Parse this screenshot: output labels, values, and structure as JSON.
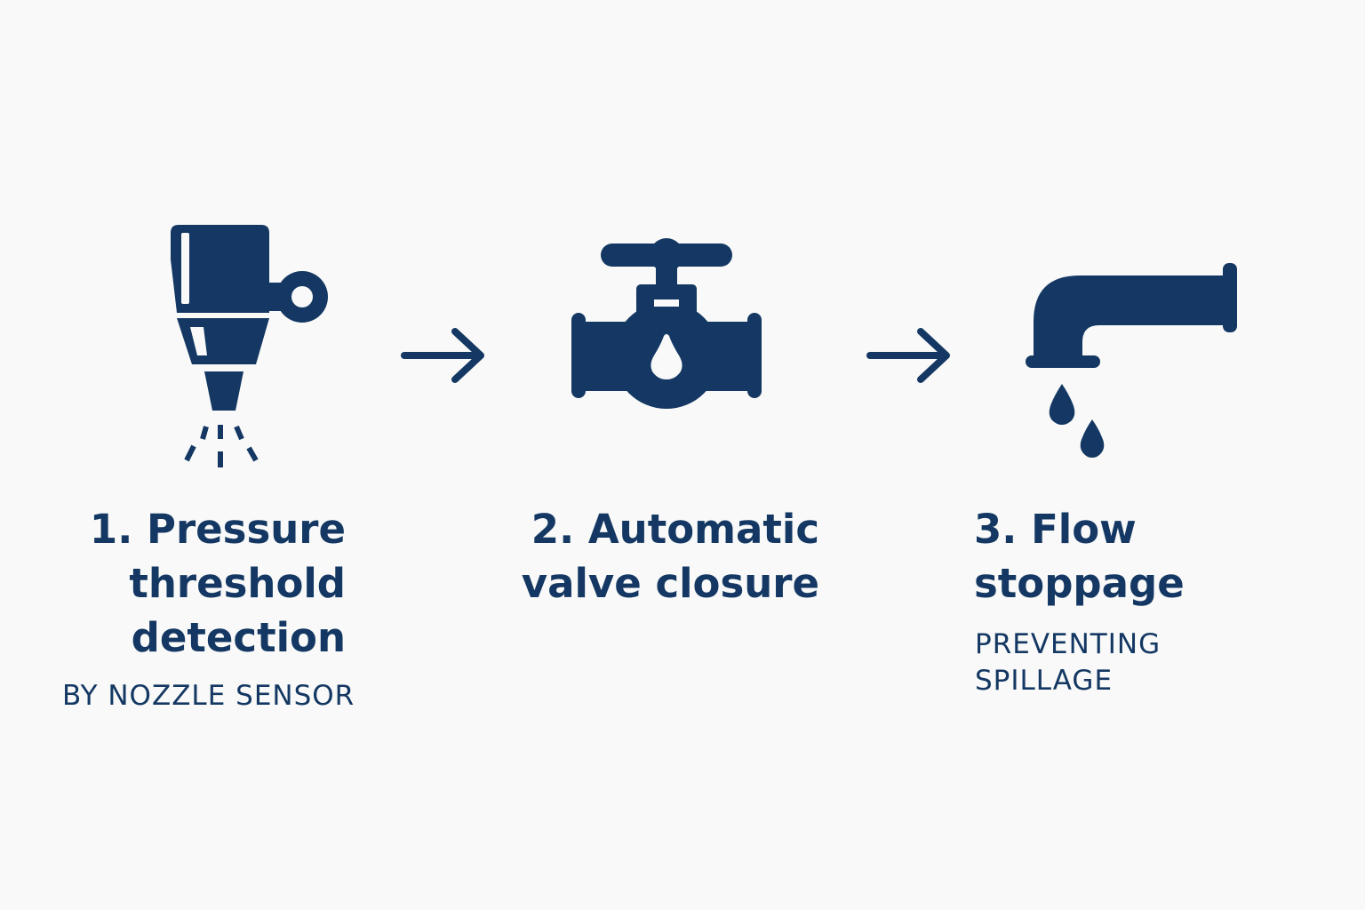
{
  "colors": {
    "primary": "#143863",
    "background": "#f8f9f8"
  },
  "steps": [
    {
      "icon": "spray-nozzle-icon",
      "title_lines": [
        "1. Pressure",
        "threshold",
        "detection"
      ],
      "subtitle_lines": [
        "BY NOZZLE SENSOR"
      ]
    },
    {
      "icon": "valve-icon",
      "title_lines": [
        "2. Automatic",
        "valve closure"
      ],
      "subtitle_lines": []
    },
    {
      "icon": "dripping-faucet-icon",
      "title_lines": [
        "3. Flow",
        "stoppage"
      ],
      "subtitle_lines": [
        "PREVENTING",
        "SPILLAGE"
      ]
    }
  ],
  "connectors": [
    "right-arrow-icon",
    "right-arrow-icon"
  ]
}
